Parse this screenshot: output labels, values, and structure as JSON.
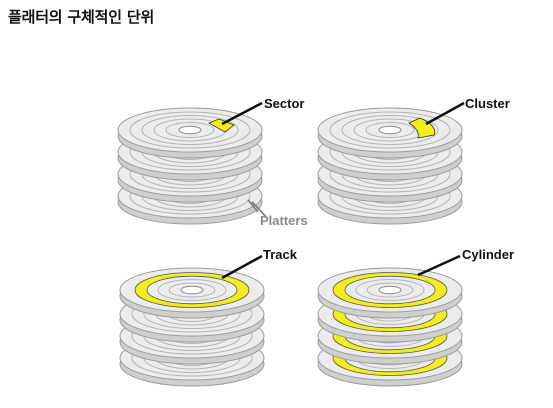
{
  "page": {
    "title": "플래터의 구체적인 단위"
  },
  "diagram": {
    "labels": {
      "sector": "Sector",
      "cluster": "Cluster",
      "platters": "Platters",
      "track": "Track",
      "cylinder": "Cylinder"
    },
    "colors": {
      "highlight": "#f2ee1e",
      "platter_fill": "#e6e6e6",
      "platter_edge": "#9a9a9a",
      "ring_line": "#b5b5b5",
      "pointer": "#111111"
    }
  }
}
